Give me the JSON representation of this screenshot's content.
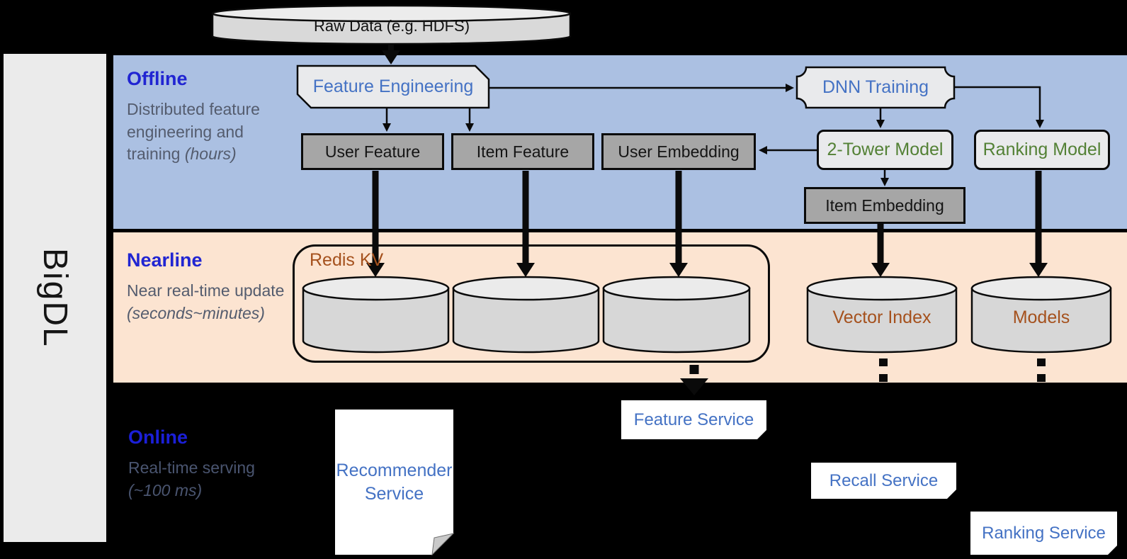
{
  "brand": {
    "name": "BigDL"
  },
  "source": {
    "raw_data_label": "Raw Data (e.g. HDFS)"
  },
  "bands": {
    "offline": {
      "title": "Offline",
      "description": "Distributed feature engineering and training",
      "description_note": "(hours)"
    },
    "nearline": {
      "title": "Nearline",
      "description": "Near real-time update",
      "description_note": "(seconds~minutes)"
    },
    "online": {
      "title": "Online",
      "description": "Real-time serving",
      "description_note": "(~100 ms)"
    }
  },
  "offline_nodes": {
    "feature_engineering": "Feature Engineering",
    "dnn_training": "DNN Training",
    "user_feature": "User Feature",
    "item_feature": "Item Feature",
    "user_embedding": "User Embedding",
    "two_tower_model": "2-Tower Model",
    "ranking_model": "Ranking Model",
    "item_embedding": "Item Embedding"
  },
  "nearline_nodes": {
    "redis_kv": "Redis KV",
    "vector_index": "Vector Index",
    "models": "Models"
  },
  "online_nodes": {
    "recommender_service": "Recommender Service",
    "feature_service": "Feature Service",
    "recall_service": "Recall Service",
    "ranking_service": "Ranking Service"
  },
  "colors": {
    "offline_band": "#ABC0E2",
    "nearline_band": "#FCE4D1",
    "online_band": "#000000",
    "node_text_blue": "#4472C4",
    "band_title_blue": "#2125D2",
    "model_text_green": "#538135",
    "store_text_brown": "#A5511D",
    "gray_box_fill": "#A6A6A6"
  }
}
